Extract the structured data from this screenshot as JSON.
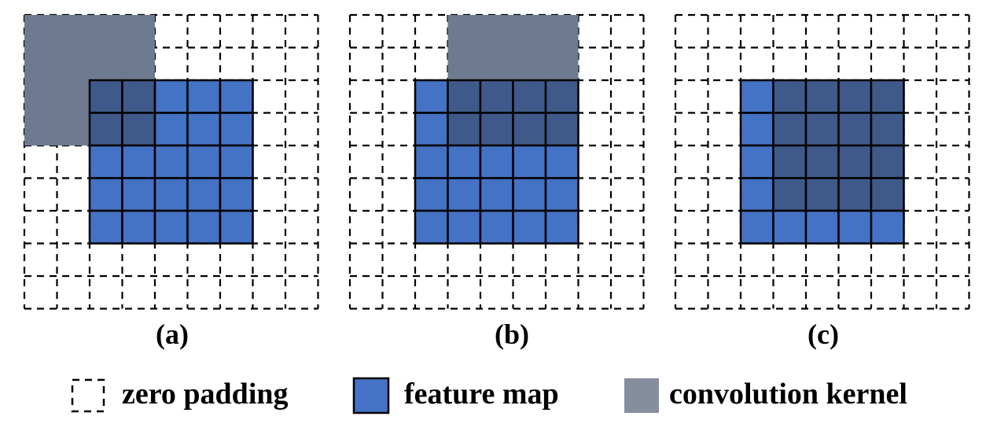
{
  "figure": {
    "panels": [
      {
        "label": "(a)",
        "kernel": {
          "row": 0,
          "col": 0,
          "size": 4
        }
      },
      {
        "label": "(b)",
        "kernel": {
          "row": 0,
          "col": 3,
          "size": 4
        }
      },
      {
        "label": "(c)",
        "kernel": {
          "row": 2,
          "col": 3,
          "size": 4
        }
      }
    ],
    "grid": {
      "padded_size": 9,
      "feature_map_size": 5,
      "padding": 2
    },
    "legend": {
      "zero_padding": "zero padding",
      "feature_map": "feature map",
      "convolution_kernel": "convolution kernel"
    },
    "colors": {
      "feature_map": "#4472c4",
      "kernel": "#6e7a90",
      "kernel_legend": "#868e9e",
      "overlap": "#3f5a8a",
      "outline": "#000000"
    }
  }
}
